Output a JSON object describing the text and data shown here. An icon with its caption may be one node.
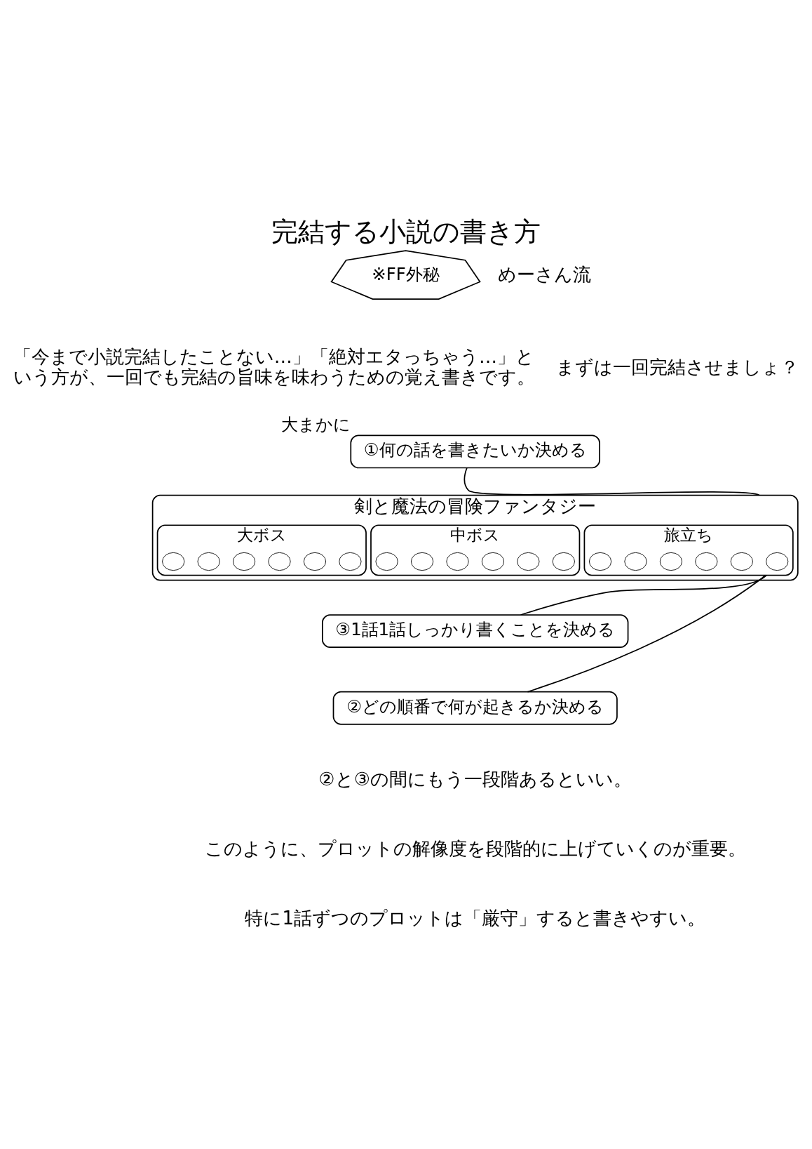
{
  "diagram": {
    "title": "完結する小説の書き方",
    "nodes": [
      {
        "text": [
          "剣と魔法の冒険ファンタジー"
        ]
      },
      {
        "text": [
          "旅立ち"
        ],
        "in": 0
      },
      {
        "text": [],
        "shape": "circle",
        "in": 1
      },
      {
        "text": [],
        "shape": "circle",
        "in": 1
      },
      {
        "text": [],
        "shape": "circle",
        "in": 1
      },
      {
        "text": [],
        "shape": "circle",
        "in": 1
      },
      {
        "text": [],
        "shape": "circle",
        "in": 1
      },
      {
        "text": [],
        "shape": "circle",
        "in": 1
      },
      {
        "text": [
          "中ボス"
        ],
        "in": 0
      },
      {
        "text": [],
        "shape": "circle",
        "in": 8
      },
      {
        "text": [],
        "shape": "circle",
        "in": 8
      },
      {
        "text": [],
        "shape": "circle",
        "in": 8
      },
      {
        "text": [],
        "shape": "circle",
        "in": 8
      },
      {
        "text": [],
        "shape": "circle",
        "in": 8
      },
      {
        "text": [],
        "shape": "circle",
        "in": 8
      },
      {
        "text": [
          "大ボス"
        ],
        "in": 0
      },
      {
        "text": [],
        "shape": "circle",
        "in": 15
      },
      {
        "text": [],
        "shape": "circle",
        "in": 15
      },
      {
        "text": [],
        "shape": "circle",
        "in": 15
      },
      {
        "text": [],
        "shape": "circle",
        "in": 15
      },
      {
        "text": [],
        "shape": "circle",
        "in": 15
      },
      {
        "text": [],
        "shape": "circle",
        "in": 15
      },
      {
        "text": [
          "①何の話を書きたいか決める"
        ],
        "beside": [
          "大まかに"
        ]
      },
      {
        "text": [
          "③1話1話しっかり書くことを決める"
        ]
      },
      {
        "text": [
          "②どの順番で何が起きるか決める"
        ]
      },
      {
        "text": [
          "※FF外秘"
        ]
      }
    ],
    "edges": [
      {
        "from": 22,
        "to": 0,
        "arrow": "none"
      },
      {
        "from": 23,
        "to": 1,
        "arrow": "none"
      },
      {
        "from": 24,
        "to": 1,
        "arrow": "none"
      }
    ],
    "labels": [
      "めーさん流",
      "「今まで小説完結したことない…」「絶対エタっちゃう…」という方が、一回でも完結の旨味を味わうための覚え書きです。",
      "まずは一回完結させましょ？",
      "②と③の間にもう一段階あるといい。",
      "このように、プロットの解像度を段階的に上げていくのが重要。",
      "特に1話ずつのプロットは「厳守」すると書きやすい。"
    ]
  }
}
